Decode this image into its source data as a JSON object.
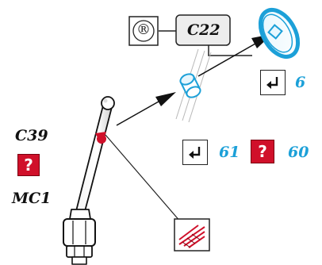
{
  "labels": {
    "registered_symbol": "®",
    "c22": "C22",
    "c39": "C39",
    "mc1": "MC1",
    "six": "6",
    "sixty_one": "61",
    "sixty": "60",
    "question": "?"
  },
  "colors": {
    "accent_blue": "#1ca0d8",
    "marker_red": "#d0102a"
  },
  "icons": [
    "registered-mark-icon",
    "return-arrow-icon",
    "question-mark-icon",
    "hatch-pad-icon",
    "probe-stylus-icon",
    "ball-joint-icon",
    "disc-target-icon"
  ]
}
